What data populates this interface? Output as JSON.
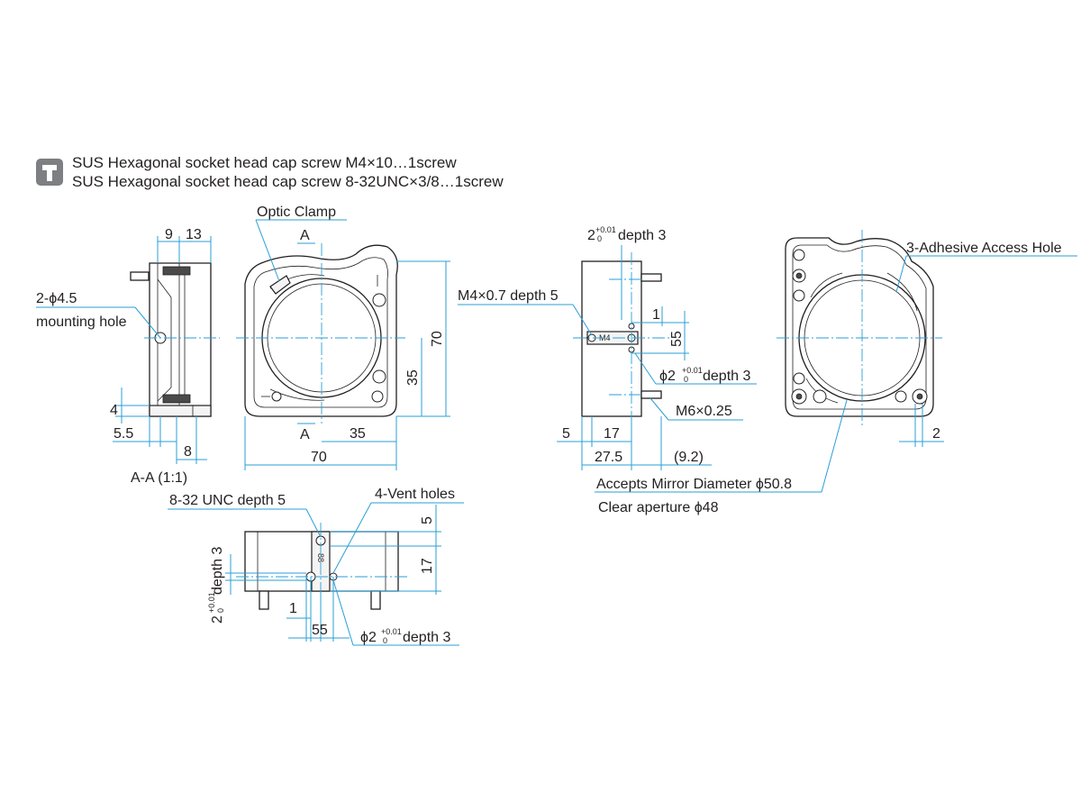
{
  "accessory": {
    "icon": "hex-key-icon",
    "icon_color": "#7d7f82",
    "line1": "SUS Hexagonal socket head cap screw M4×10…1screw",
    "line2": "SUS Hexagonal socket head cap screw 8-32UNC×3/8…1screw"
  },
  "colors": {
    "dimension": "#2a9fd6",
    "outline": "#231f20"
  },
  "section_view": {
    "dim_9": "9",
    "dim_13": "13",
    "mount_hole_1": "2-ϕ4.5",
    "mount_hole_2": "mounting hole",
    "dim_4": "4",
    "dim_5_5": "5.5",
    "dim_8": "8",
    "caption": "A-A (1:1)"
  },
  "front_view": {
    "optic_clamp": "Optic Clamp",
    "section_mark_top": "A",
    "section_mark_bottom": "A",
    "dim_70_height": "70",
    "dim_35_height": "35",
    "dim_35_width": "35",
    "dim_70_width": "70"
  },
  "side_view": {
    "hole_top_base": "2",
    "hole_top_tol": "+0.01",
    "hole_top_tol_low": "0",
    "hole_top_depth": "depth 3",
    "m4_label": "M4×0.7 depth 5",
    "dim_1": "1",
    "dim_55": "55",
    "m4_mark": "M4",
    "hole_mid_base": "ϕ2",
    "hole_mid_tol": "+0.01",
    "hole_mid_tol_low": "0",
    "hole_mid_depth": "depth 3",
    "m6_label": "M6×0.25",
    "dim_5": "5",
    "dim_17": "17",
    "dim_27_5": "27.5",
    "dim_9_2": "(9.2)"
  },
  "back_view": {
    "adhesive": "3-Adhesive Access Hole",
    "dim_2": "2",
    "mirror_1": "Accepts Mirror Diameter ϕ50.8",
    "mirror_2": "Clear aperture ϕ48"
  },
  "top_view": {
    "unc_label": "8-32 UNC depth 5",
    "vent_label": "4-Vent holes",
    "dim_5": "5",
    "dim_17": "17",
    "vert_base": "2",
    "vert_tol": "+0.01",
    "vert_tol_low": "0",
    "vert_depth": "depth 3",
    "dim_1": "1",
    "dim_55": "55",
    "hole_base": "ϕ2",
    "hole_tol": "+0.01",
    "hole_tol_low": "0",
    "hole_depth": "depth 3",
    "mark_88": "88"
  }
}
